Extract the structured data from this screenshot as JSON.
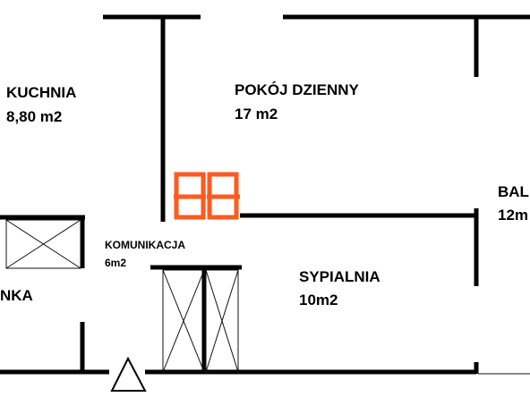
{
  "rooms": {
    "kitchen": {
      "name": "KUCHNIA",
      "area": "8,80 m2"
    },
    "living": {
      "name": "POKÓJ DZIENNY",
      "area": "17 m2"
    },
    "balcony": {
      "name": "BAL",
      "area": "12m"
    },
    "corridor": {
      "name": "KOMUNIKACJA",
      "area": "6m2"
    },
    "bedroom": {
      "name": "SYPIALNIA",
      "area": "10m2"
    },
    "left_room": {
      "name": "NKA"
    }
  },
  "watermark": {
    "text": "",
    "color": "#ff5a1f"
  },
  "colors": {
    "wall": "#000000",
    "background": "#ffffff"
  }
}
